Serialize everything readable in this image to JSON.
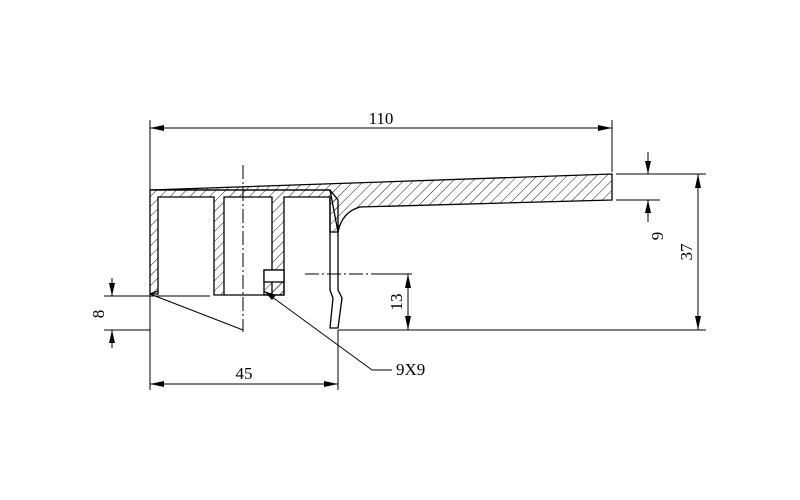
{
  "dimensions": {
    "overall_length": "110",
    "base_width": "45",
    "tip_thickness": "9",
    "overall_height": "37",
    "left_offset": "8",
    "inner_height": "13",
    "slot_size": "9X9"
  },
  "colors": {
    "line": "#000000",
    "background": "#ffffff"
  }
}
